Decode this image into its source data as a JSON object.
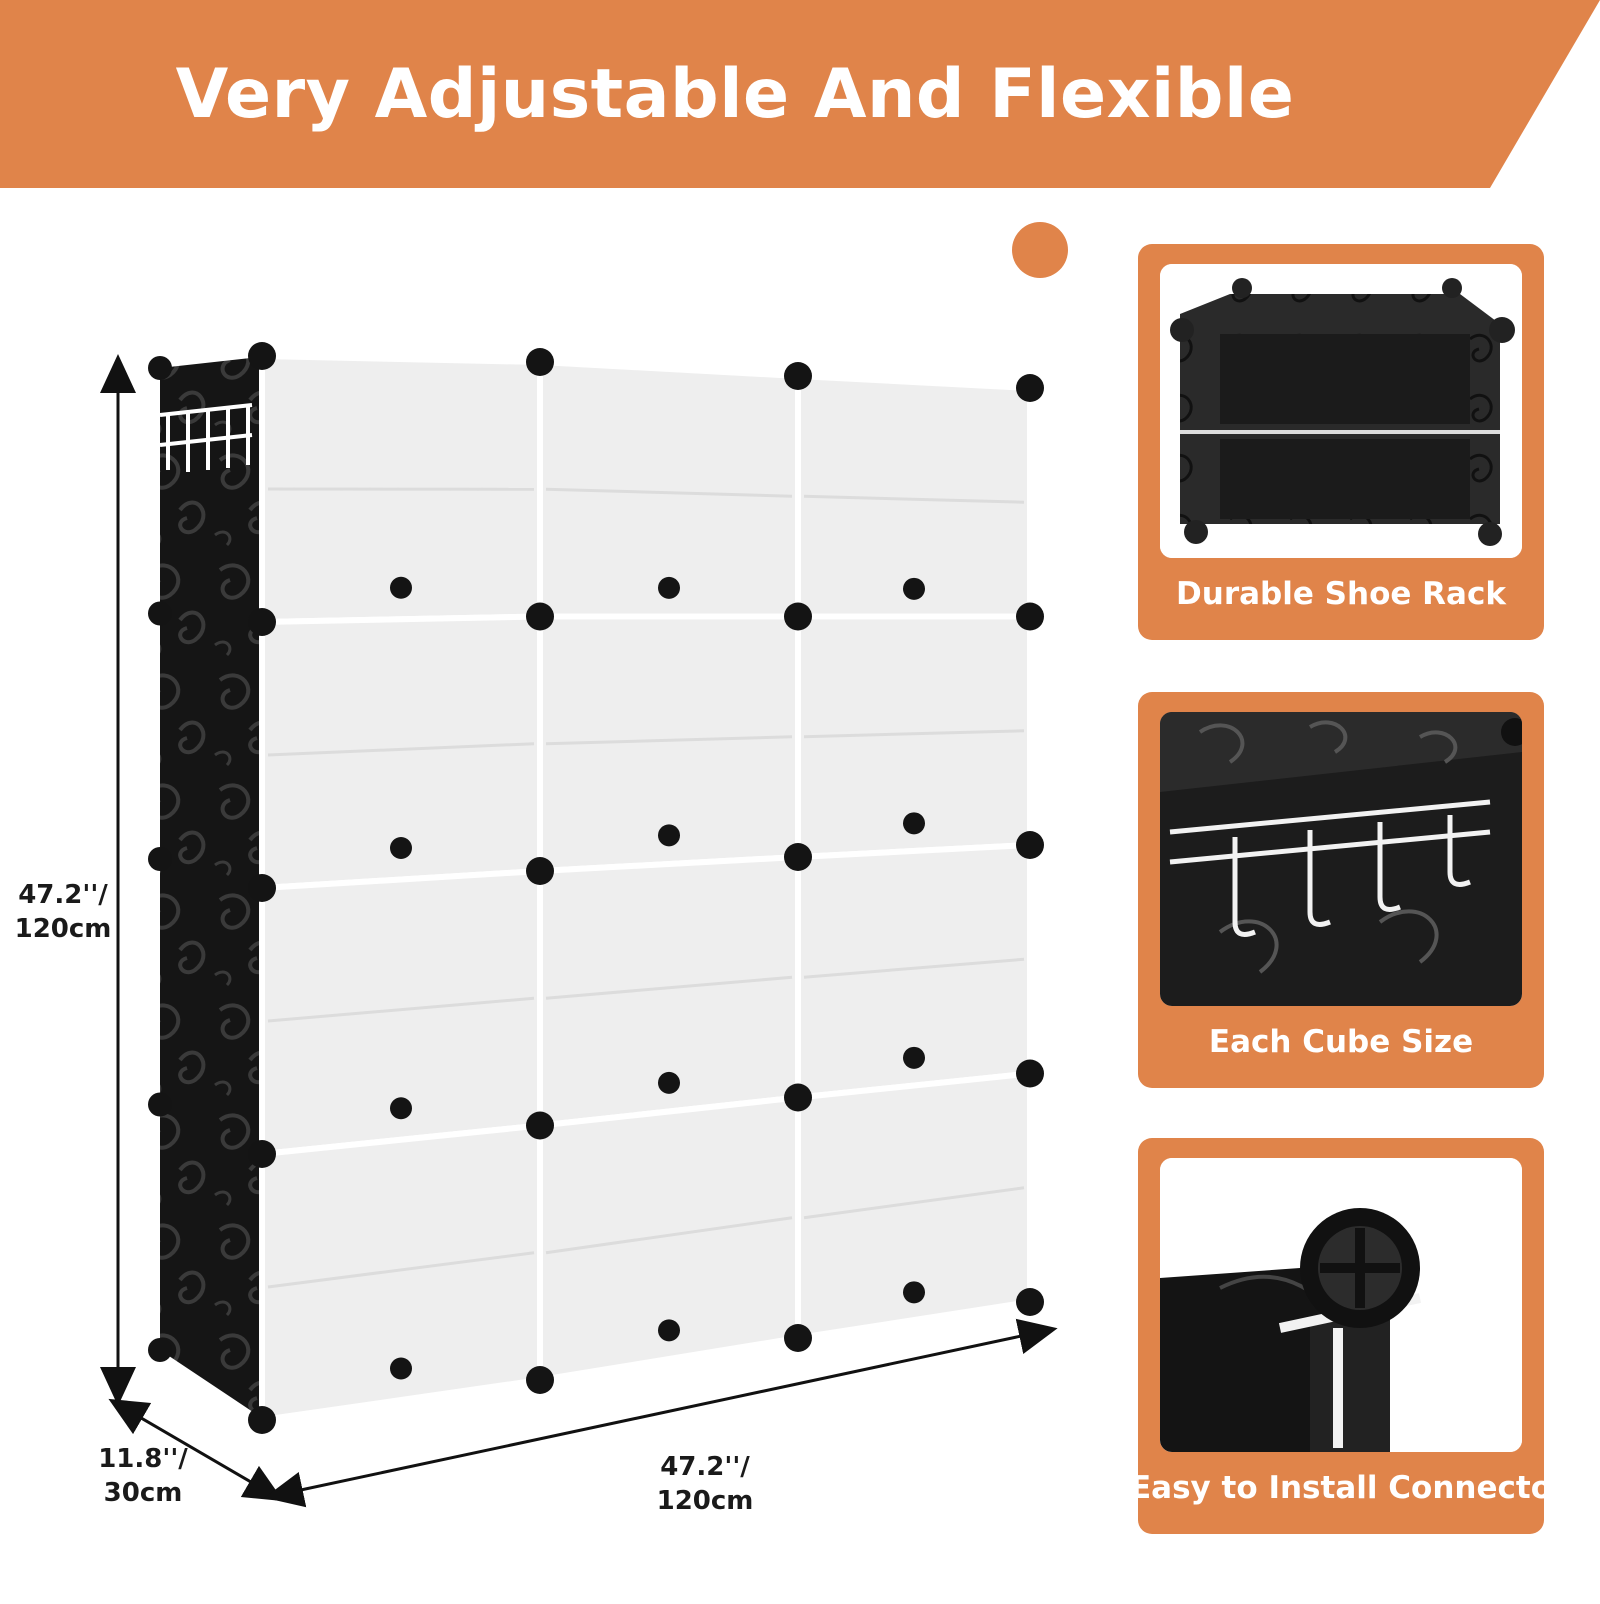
{
  "banner": {
    "title": "Very Adjustable And Flexible"
  },
  "colors": {
    "accent": "#E0844A",
    "frame": "#141414",
    "panel": "#EEEEEE"
  },
  "dimensions": {
    "height": {
      "line1": "47.2''/",
      "line2": "120cm"
    },
    "depth": {
      "line1": "11.8''/",
      "line2": "30cm"
    },
    "width": {
      "line1": "47.2''/",
      "line2": "120cm"
    }
  },
  "features": [
    {
      "label": "Durable Shoe Rack"
    },
    {
      "label": "Each Cube Size"
    },
    {
      "label": "Easy to Install Connecto"
    }
  ]
}
